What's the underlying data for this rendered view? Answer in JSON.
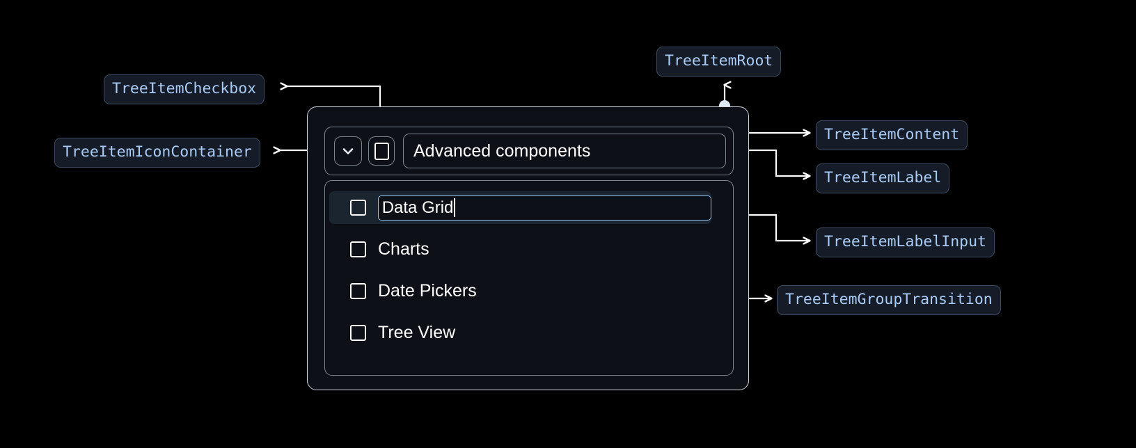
{
  "theme": {
    "background": "#000000",
    "panel_bg": "#0d1117",
    "root_border": "#cfd6de",
    "inner_border": "#7e868f",
    "chip_bg": "#151c27",
    "chip_border": "#3d4b60",
    "chip_text": "#a9cbf5",
    "text": "#ffffff",
    "focus_border": "#8fc2ee",
    "selected_row_bg": "#1b2530",
    "connector": "#ffffff",
    "dot": "#dfeaf7"
  },
  "annotations": [
    {
      "id": "tree-item-checkbox",
      "label": "TreeItemCheckbox"
    },
    {
      "id": "tree-item-icon-container",
      "label": "TreeItemIconContainer"
    },
    {
      "id": "tree-item-root",
      "label": "TreeItemRoot"
    },
    {
      "id": "tree-item-content",
      "label": "TreeItemContent"
    },
    {
      "id": "tree-item-label",
      "label": "TreeItemLabel"
    },
    {
      "id": "tree-item-label-input",
      "label": "TreeItemLabelInput"
    },
    {
      "id": "tree-item-group-transition",
      "label": "TreeItemGroupTransition"
    }
  ],
  "tree": {
    "root": {
      "label": "Advanced components",
      "expanded": true,
      "checked": false,
      "expand_icon": "chevron-down-icon"
    },
    "children": [
      {
        "label": "Data Grid",
        "checked": false,
        "editing": true,
        "selected": true
      },
      {
        "label": "Charts",
        "checked": false,
        "editing": false,
        "selected": false
      },
      {
        "label": "Date Pickers",
        "checked": false,
        "editing": false,
        "selected": false
      },
      {
        "label": "Tree View",
        "checked": false,
        "editing": false,
        "selected": false
      }
    ],
    "label_input_value": "Data Grid"
  }
}
